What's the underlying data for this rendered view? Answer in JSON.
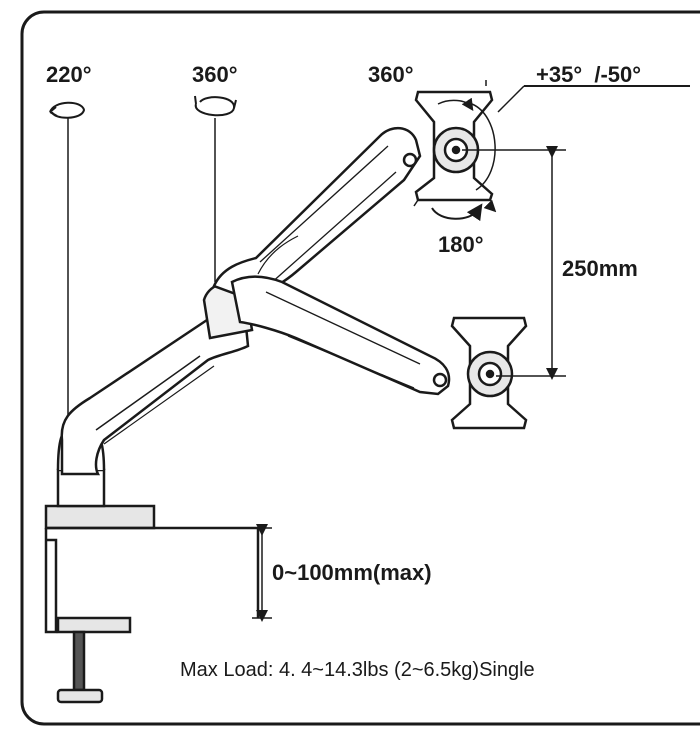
{
  "labels": {
    "rot_base": "220°",
    "rot_mid": "360°",
    "rot_head": "360°",
    "tilt": "+35°  /-50°",
    "swivel": "180°",
    "height_adjust": "250mm",
    "clamp_range": "0~100mm(max)"
  },
  "caption": "Max Load: 4. 4~14.3lbs (2~6.5kg)Single",
  "colors": {
    "line": "#1a1a1a",
    "arm": "#ffffff",
    "shade": "#d9d9d9"
  }
}
